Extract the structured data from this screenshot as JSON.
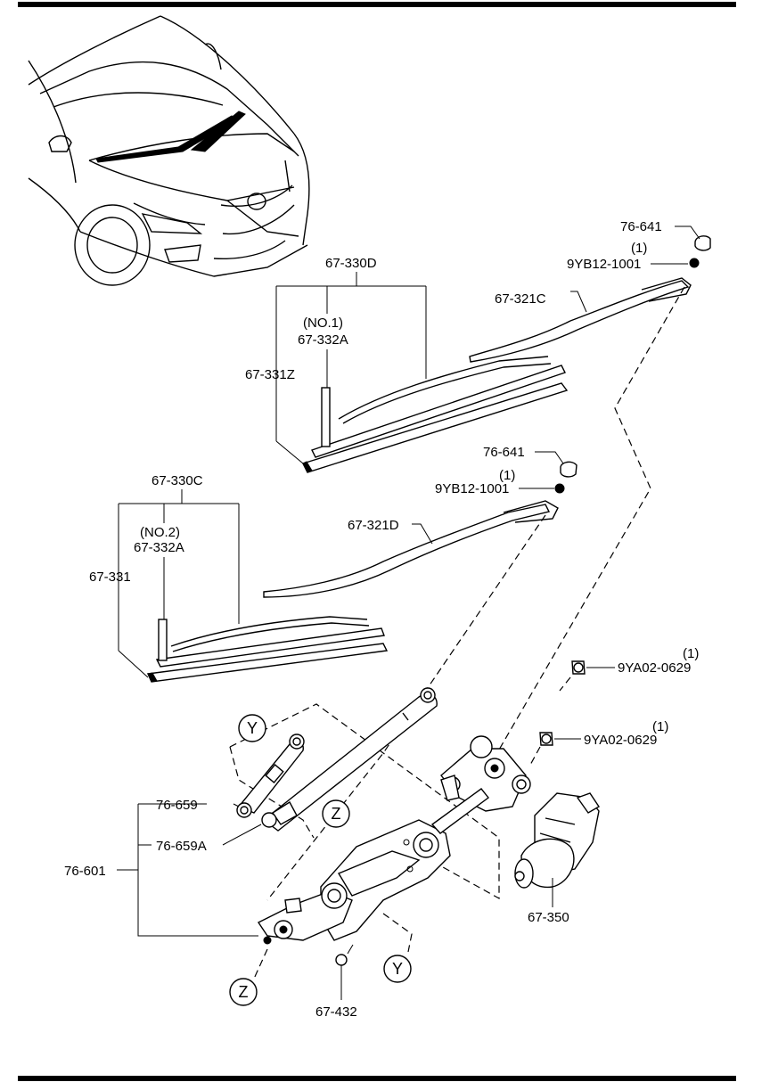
{
  "labels": {
    "cap_upper": "76-641",
    "nut_upper_qty": "(1)",
    "nut_upper": "9YB12-1001",
    "arm_upper": "67-321C",
    "blade_set_upper": "67-330D",
    "blade_upper_no": "(NO.1)",
    "blade_upper_refill": "67-332A",
    "blade_upper": "67-331Z",
    "cap_lower": "76-641",
    "nut_lower_qty": "(1)",
    "nut_lower": "9YB12-1001",
    "arm_lower": "67-321D",
    "blade_set_lower": "67-330C",
    "blade_lower_no": "(NO.2)",
    "blade_lower_refill": "67-332A",
    "blade_lower": "67-331",
    "bolt_a_qty": "(1)",
    "bolt_a": "9YA02-0629",
    "bolt_b_qty": "(1)",
    "bolt_b": "9YA02-0629",
    "link_1": "76-659",
    "link_2": "76-659A",
    "linkage_assy": "76-601",
    "motor": "67-350",
    "screw": "67-432",
    "callout_y": "Y",
    "callout_z": "Z"
  }
}
